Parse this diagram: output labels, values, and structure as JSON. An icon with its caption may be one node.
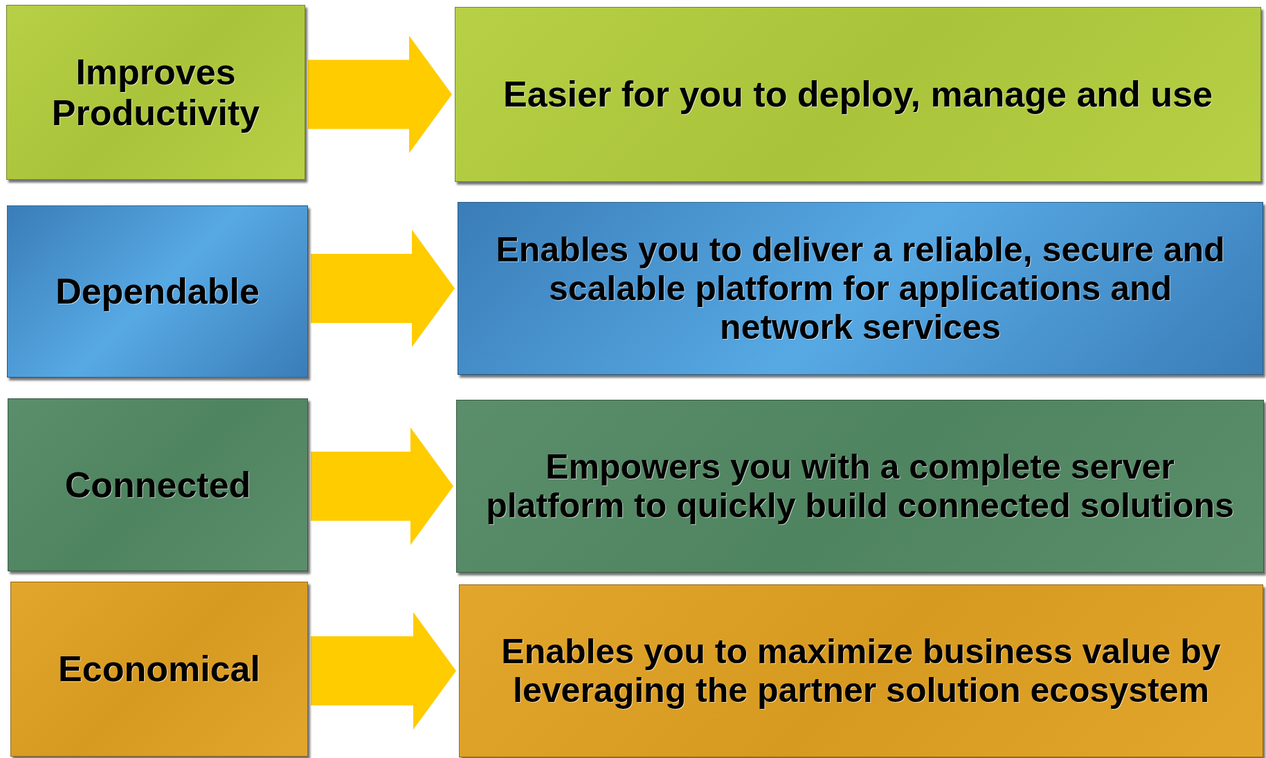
{
  "diagram": {
    "nodes": [
      {
        "text": [
          "Improves Productivity"
        ]
      },
      {
        "text": [
          "Easier for you to deploy, manage and use"
        ]
      },
      {
        "text": [
          "Dependable"
        ]
      },
      {
        "text": [
          "Enables you to deliver a reliable, secure and scalable platform for applications and network services"
        ]
      },
      {
        "text": [
          "Connected"
        ]
      },
      {
        "text": [
          "Empowers you with a complete server platform to quickly build connected solutions"
        ]
      },
      {
        "text": [
          "Economical"
        ]
      },
      {
        "text": [
          "Enables you to maximize business value by leveraging the partner solution ecosystem"
        ]
      }
    ],
    "edges": [
      {
        "from": 0,
        "to": 1,
        "arrow": "to"
      },
      {
        "from": 2,
        "to": 3,
        "arrow": "to"
      },
      {
        "from": 4,
        "to": 5,
        "arrow": "to"
      },
      {
        "from": 6,
        "to": 7,
        "arrow": "to"
      }
    ]
  }
}
